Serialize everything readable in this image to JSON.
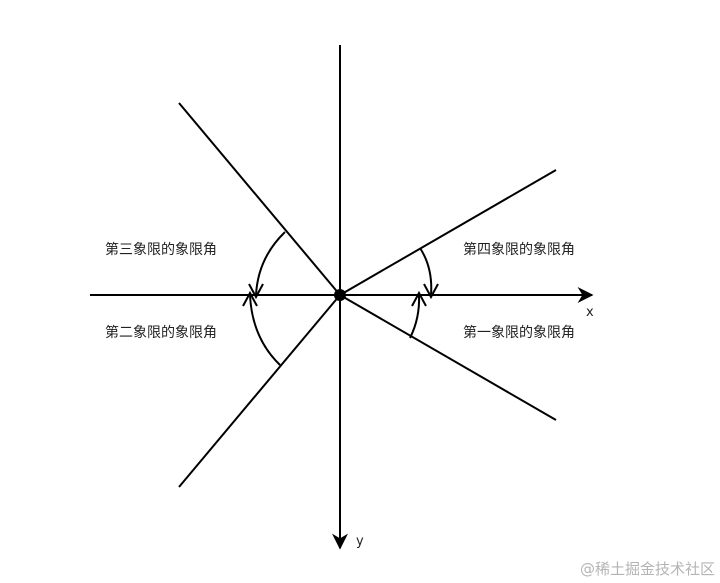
{
  "diagram": {
    "axes": {
      "x_label": "x",
      "y_label": "y"
    },
    "quadrant_labels": {
      "third": "第三象限的象限角",
      "fourth": "第四象限的象限角",
      "second": "第二象限的象限角",
      "first": "第一象限的象限角"
    },
    "watermark": "@稀土掘金技术社区",
    "colors": {
      "stroke": "#000000",
      "text": "#222222",
      "watermark": "#b4b4b4"
    }
  }
}
